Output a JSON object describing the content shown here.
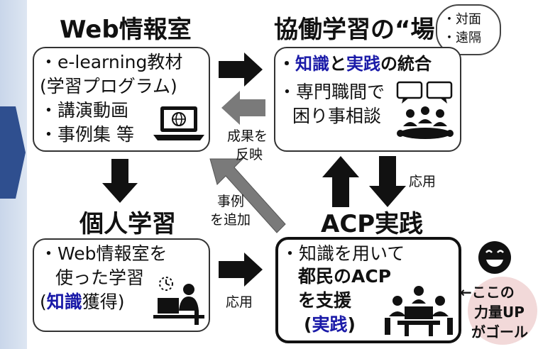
{
  "web_room": {
    "title": "Web情報室",
    "lines": [
      "・e-learning教材",
      "(学習プログラム)",
      "・講演動画",
      "・事例集 等"
    ]
  },
  "collab": {
    "title": "協働学習の“場”",
    "bubble": [
      "・対面",
      "・遠隔"
    ],
    "line1_prefix": "・",
    "line1_knowledge": "知識",
    "line1_and": "と",
    "line1_practice": "実践",
    "line1_suffix": "の統合",
    "line2": "・専門職間で",
    "line3": "困り事相談"
  },
  "personal": {
    "title": "個人学習",
    "line1": "・Web情報室を",
    "line2": "使った学習",
    "line3_open": "(",
    "line3_knowledge": "知識",
    "line3_rest": "獲得)"
  },
  "acp": {
    "title": "ACP実践",
    "line1": "・知識を用いて",
    "line2": "都民のACP",
    "line3": "を支援",
    "line4_open": "(",
    "line4_practice": "実践",
    "line4_close": ")"
  },
  "labels": {
    "feedback": [
      "成果を",
      "反映"
    ],
    "add_cases": [
      "事例",
      "を追加"
    ],
    "apply_right": "応用",
    "apply_bottom": "応用"
  },
  "goal": {
    "line1": "←ここの",
    "line2": "力量UP",
    "line3": "がゴール"
  },
  "colors": {
    "blue_text": "#1a1aa8",
    "arrow_black": "#111111",
    "arrow_gray": "#7a7a7a",
    "goal_bg": "#f2d9d9",
    "side_strip": "#c9d6ea",
    "side_chevron": "#2f4f8f"
  }
}
